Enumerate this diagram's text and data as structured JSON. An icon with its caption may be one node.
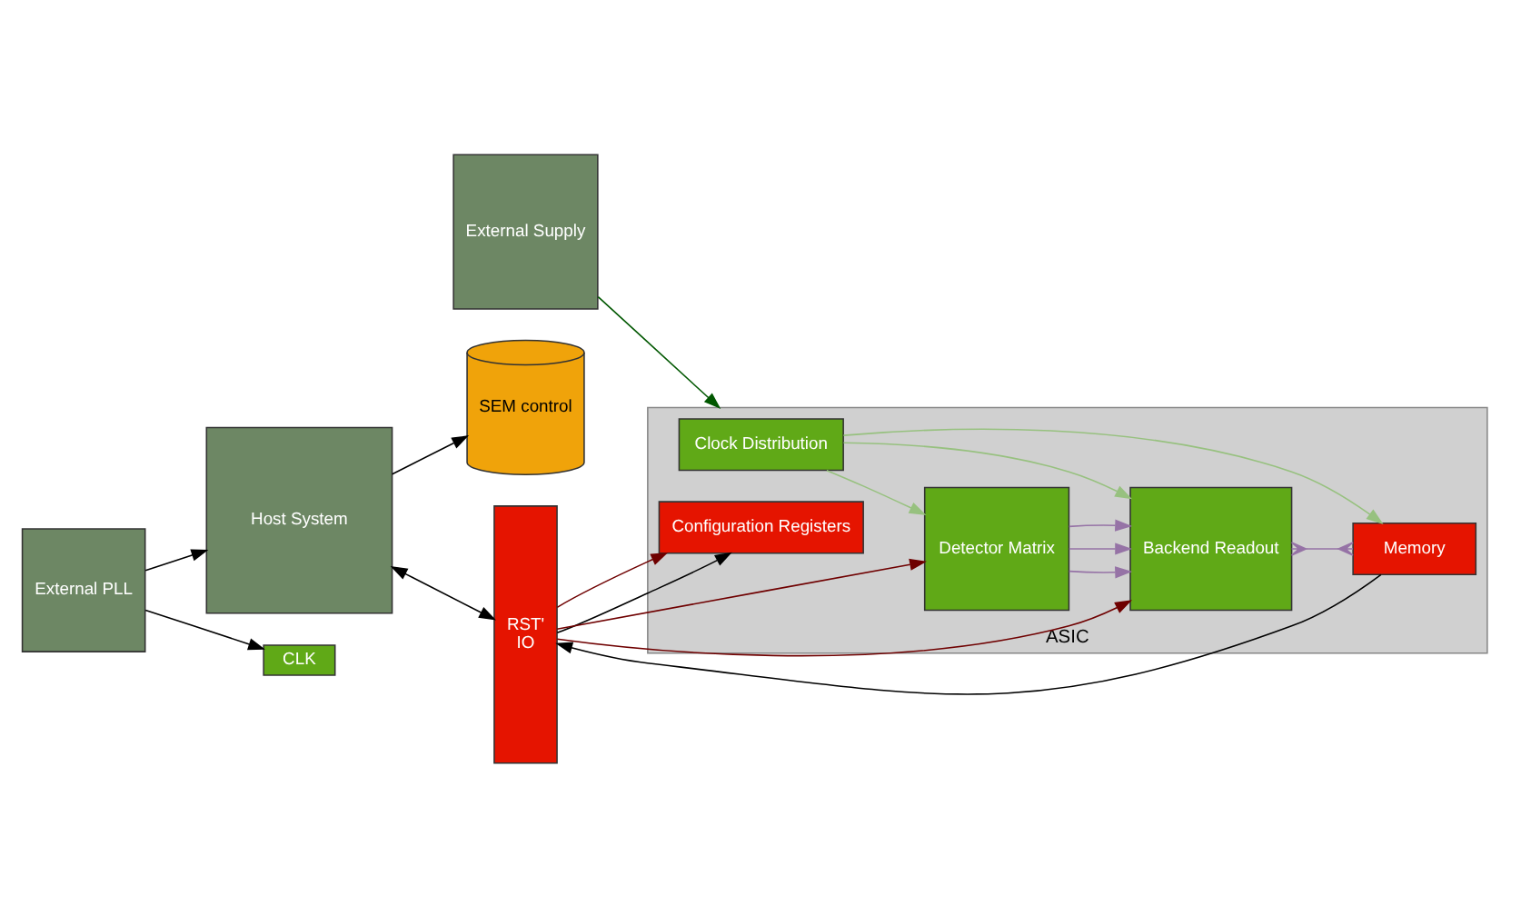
{
  "diagram": {
    "nodes": [
      {
        "text": [
          "Host System"
        ]
      },
      {
        "text": [
          "ASIC"
        ]
      },
      {
        "text": [
          "RST'",
          "IO"
        ]
      },
      {
        "text": [
          "Clock Distribution"
        ],
        "in": 1
      },
      {
        "text": [
          "Configuration Registers"
        ],
        "in": 1
      },
      {
        "text": [
          "Memory"
        ],
        "in": 1
      },
      {
        "text": [
          "Backend Readout"
        ],
        "in": 1
      },
      {
        "text": [
          "Detector Matrix"
        ],
        "in": 1
      },
      {
        "text": [
          "CLK"
        ]
      },
      {
        "text": [
          "SEM control"
        ]
      },
      {
        "text": [
          "External PLL"
        ]
      },
      {
        "text": [
          "External Supply"
        ]
      }
    ],
    "edges": [
      {
        "from": 0,
        "to": 2,
        "arrow": "both"
      },
      {
        "from": 0,
        "to": 9,
        "arrow": "to"
      },
      {
        "from": 10,
        "to": 0,
        "arrow": "to"
      },
      {
        "from": 10,
        "to": 8,
        "arrow": "to"
      },
      {
        "from": 2,
        "to": 4,
        "arrow": "to"
      },
      {
        "from": 5,
        "to": 2,
        "arrow": "to"
      },
      {
        "from": 2,
        "to": 4,
        "arrow": "to",
        "color": "#6f0000"
      },
      {
        "from": 2,
        "to": 6,
        "arrow": "to",
        "color": "#6f0000"
      },
      {
        "from": 2,
        "to": 7,
        "arrow": "to",
        "color": "#6f0000"
      },
      {
        "from": 3,
        "to": 5,
        "arrow": "to",
        "color": "#97c17f"
      },
      {
        "from": 3,
        "to": 6,
        "arrow": "to",
        "color": "#97c17f"
      },
      {
        "from": 3,
        "to": 7,
        "arrow": "to",
        "color": "#97c17f"
      },
      {
        "from": 6,
        "to": 5,
        "arrow": "other",
        "color": "#9673a6"
      },
      {
        "from": 7,
        "to": 6,
        "arrow": "to",
        "color": "#9673a6"
      },
      {
        "from": 7,
        "to": 6,
        "arrow": "to",
        "color": "#9673a6"
      },
      {
        "from": 7,
        "to": 6,
        "arrow": "to",
        "color": "#9673a6"
      },
      {
        "from": 11,
        "to": 1,
        "arrow": "to",
        "color": "#005700"
      }
    ]
  }
}
